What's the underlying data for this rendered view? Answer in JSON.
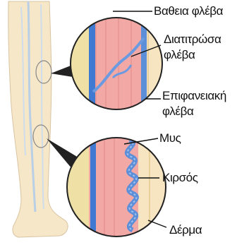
{
  "labels": {
    "deep_vein": "Βαθεια φλέβα",
    "perforating_vein_line1": "Διατιτρώσα",
    "perforating_vein_line2": "φλέβα",
    "superficial_vein_line1": "Επιφανειακή",
    "superficial_vein_line2": "φλέβα",
    "muscle": "Μυς",
    "varicose": "Κιρσός",
    "skin": "Δέρμα"
  },
  "colors": {
    "muscle": "#f2a9a6",
    "muscle_stripe": "#e58f8b",
    "deep_vein": "#3f79d2",
    "superficial_vein": "#5c8fd8",
    "skin": "#f7e5c2",
    "fat": "#efe0a6",
    "leg_skin": "#f6e7c9",
    "outline": "#222222"
  }
}
